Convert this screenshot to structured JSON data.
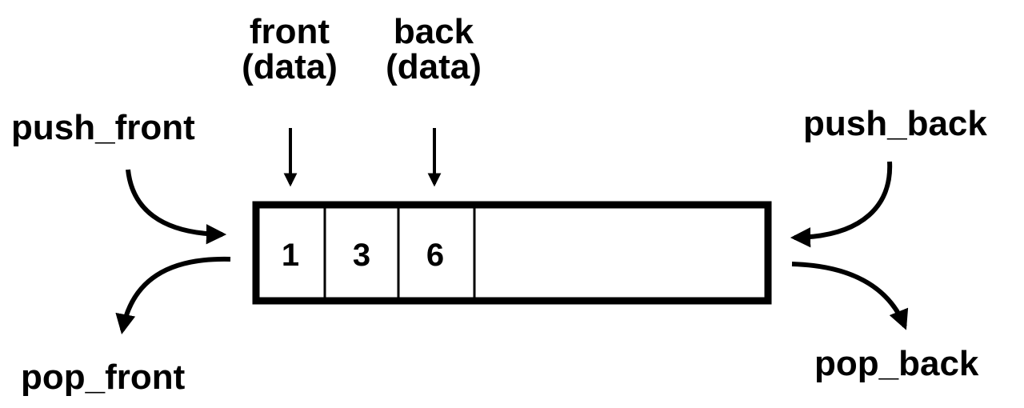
{
  "labels": {
    "push_front": "push_front",
    "pop_front": "pop_front",
    "push_back": "push_back",
    "pop_back": "pop_back",
    "front_line1": "front",
    "front_line2": "(data)",
    "back_line1": "back",
    "back_line2": "(data)"
  },
  "cells": [
    "1",
    "3",
    "6",
    ""
  ],
  "colors": {
    "stroke": "#000000",
    "background": "#ffffff"
  }
}
